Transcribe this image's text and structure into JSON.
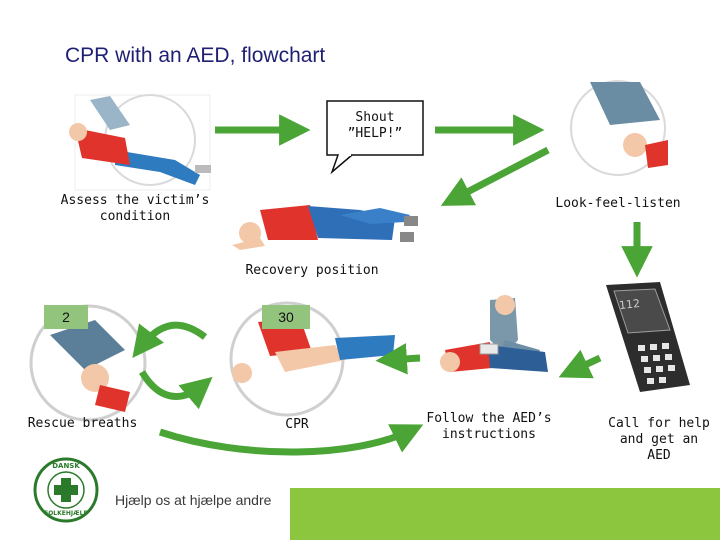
{
  "title": "CPR with an AED, flowchart",
  "speech_bubble": {
    "line1": "Shout",
    "line2": "”HELP!”"
  },
  "labels": {
    "assess_line1": "Assess the victim’s",
    "assess_line2": "condition",
    "look": "Look-feel-listen",
    "recovery": "Recovery position",
    "rescue": "Rescue breaths",
    "cpr": "CPR",
    "aed_line1": "Follow the AED’s",
    "aed_line2": "instructions",
    "call_line1": "Call for help",
    "call_line2": "and get an",
    "call_line3": "AED"
  },
  "counts": {
    "breaths": "2",
    "compressions": "30"
  },
  "phone_screen": "112",
  "footer": {
    "slogan": "Hjælp os at hjælpe andre",
    "logo_text_top": "DANSK",
    "logo_text_bottom": "FOLKEHJÆLP"
  },
  "colors": {
    "title": "#1f1f73",
    "arrow": "#4aa536",
    "footer_bar": "#8cc63f",
    "count_box": "#93c47d",
    "ring": "#bfbfbf"
  }
}
